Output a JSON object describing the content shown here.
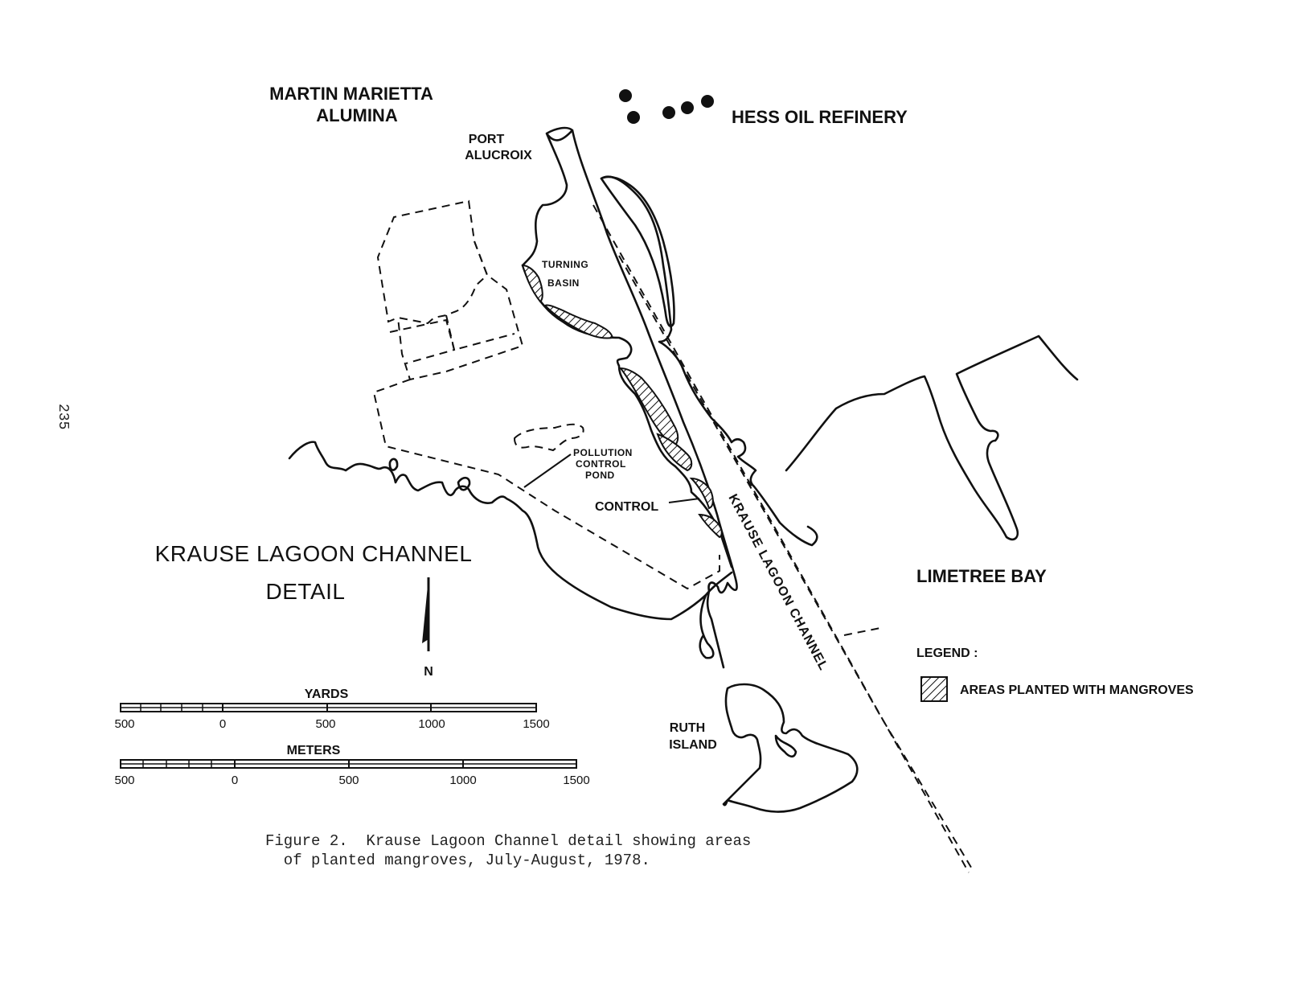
{
  "map": {
    "title_line1": "KRAUSE LAGOON CHANNEL",
    "title_line2": "DETAIL",
    "labels": {
      "martin_line1": "MARTIN MARIETTA",
      "martin_line2": "ALUMINA",
      "hess": "HESS OIL REFINERY",
      "port_line1": "PORT",
      "port_line2": "ALUCROIX",
      "turning_line1": "TURNING",
      "turning_line2": "BASIN",
      "pollution_line1": "POLLUTION",
      "pollution_line2": "CONTROL",
      "pollution_line3": "POND",
      "control": "CONTROL",
      "channel": "KRAUSE LAGOON CHANNEL",
      "limetree": "LIMETREE BAY",
      "ruth_line1": "RUTH",
      "ruth_line2": "ISLAND"
    },
    "north_arrow": "N",
    "legend": {
      "title": "LEGEND :",
      "item": "AREAS PLANTED WITH MANGROVES"
    },
    "scale_yards": {
      "title": "YARDS",
      "ticks": [
        "500",
        "0",
        "500",
        "1000",
        "1500"
      ]
    },
    "scale_meters": {
      "title": "METERS",
      "ticks": [
        "500",
        "0",
        "500",
        "1000",
        "1500"
      ]
    }
  },
  "caption_line1": "Figure 2.  Krause Lagoon Channel detail showing areas",
  "caption_line2": "  of planted mangroves, July-August, 1978.",
  "page_number": "235"
}
